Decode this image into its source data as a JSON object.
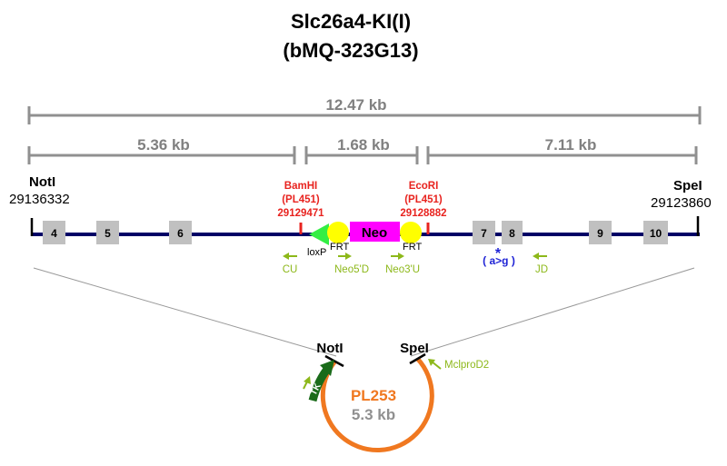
{
  "title": {
    "line1": "Slc26a4-KI(I)",
    "line2": "(bMQ-323G13)"
  },
  "sizes": {
    "total": "12.47 kb",
    "left": "5.36 kb",
    "middle": "1.68 kb",
    "right": "7.11 kb"
  },
  "ends": {
    "left": {
      "name": "NotI",
      "coord": "29136332"
    },
    "right": {
      "name": "SpeI",
      "coord": "29123860"
    }
  },
  "sites": {
    "bamhi": {
      "name": "BamHI",
      "source": "(PL451)",
      "coord": "29129471"
    },
    "ecori": {
      "name": "EcoRI",
      "source": "(PL451)",
      "coord": "29128882"
    }
  },
  "exons": [
    "4",
    "5",
    "6",
    "7",
    "8",
    "9",
    "10"
  ],
  "cassette": {
    "loxp": "loxP",
    "frt_left": "FRT",
    "neo": "Neo",
    "frt_right": "FRT"
  },
  "mutation": {
    "star": "*",
    "label": "( a>g )"
  },
  "primers": {
    "cu": "CU",
    "neo5d": "Neo5'D",
    "neo3u": "Neo3'U",
    "jd": "JD",
    "mclprod2": "MclproD2"
  },
  "plasmid": {
    "name": "PL253",
    "size": "5.3 kb",
    "left_site": "NotI",
    "right_site": "SpeI",
    "marker": "TK"
  },
  "colors": {
    "backbone": "#000066",
    "exon": "#c0c0c0",
    "neo": "#ff00ff",
    "frt": "#ffff00",
    "loxp": "#33ee44",
    "site": "#e8231f",
    "primer": "#8db81a",
    "plasmid": "#f07820",
    "tk": "#1a6b1a",
    "measure": "#909090"
  }
}
